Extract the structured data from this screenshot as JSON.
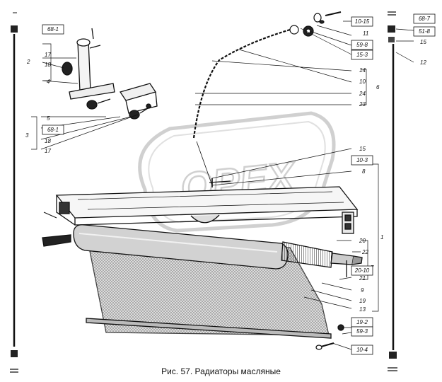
{
  "caption": "Рис. 57. Радиаторы масляные",
  "watermark": "OPEX",
  "callouts": {
    "c2": "2",
    "c17a": "17",
    "c18a": "18",
    "c4": "4",
    "c5": "5",
    "c3": "3",
    "c18b": "18",
    "c17b": "17",
    "c11": "11",
    "c14": "14",
    "c10": "10",
    "c24": "24",
    "c23": "23",
    "c6": "6",
    "c15a": "15",
    "c12": "12",
    "c15b": "15",
    "c8": "8",
    "c1": "1",
    "c20": "20",
    "c22": "22",
    "c7": "7",
    "c21": "21",
    "c9": "9",
    "c19": "19",
    "c13": "13"
  },
  "boxed": {
    "b681a": "68-1",
    "b1015": "10-15",
    "b598": "59-8",
    "b153": "15-3",
    "b687": "68-7",
    "b518": "51-8",
    "b681b": "68-1",
    "b103": "10-3",
    "b2010": "20-10",
    "b192": "19-2",
    "b593": "59-3",
    "b104": "10-4"
  }
}
